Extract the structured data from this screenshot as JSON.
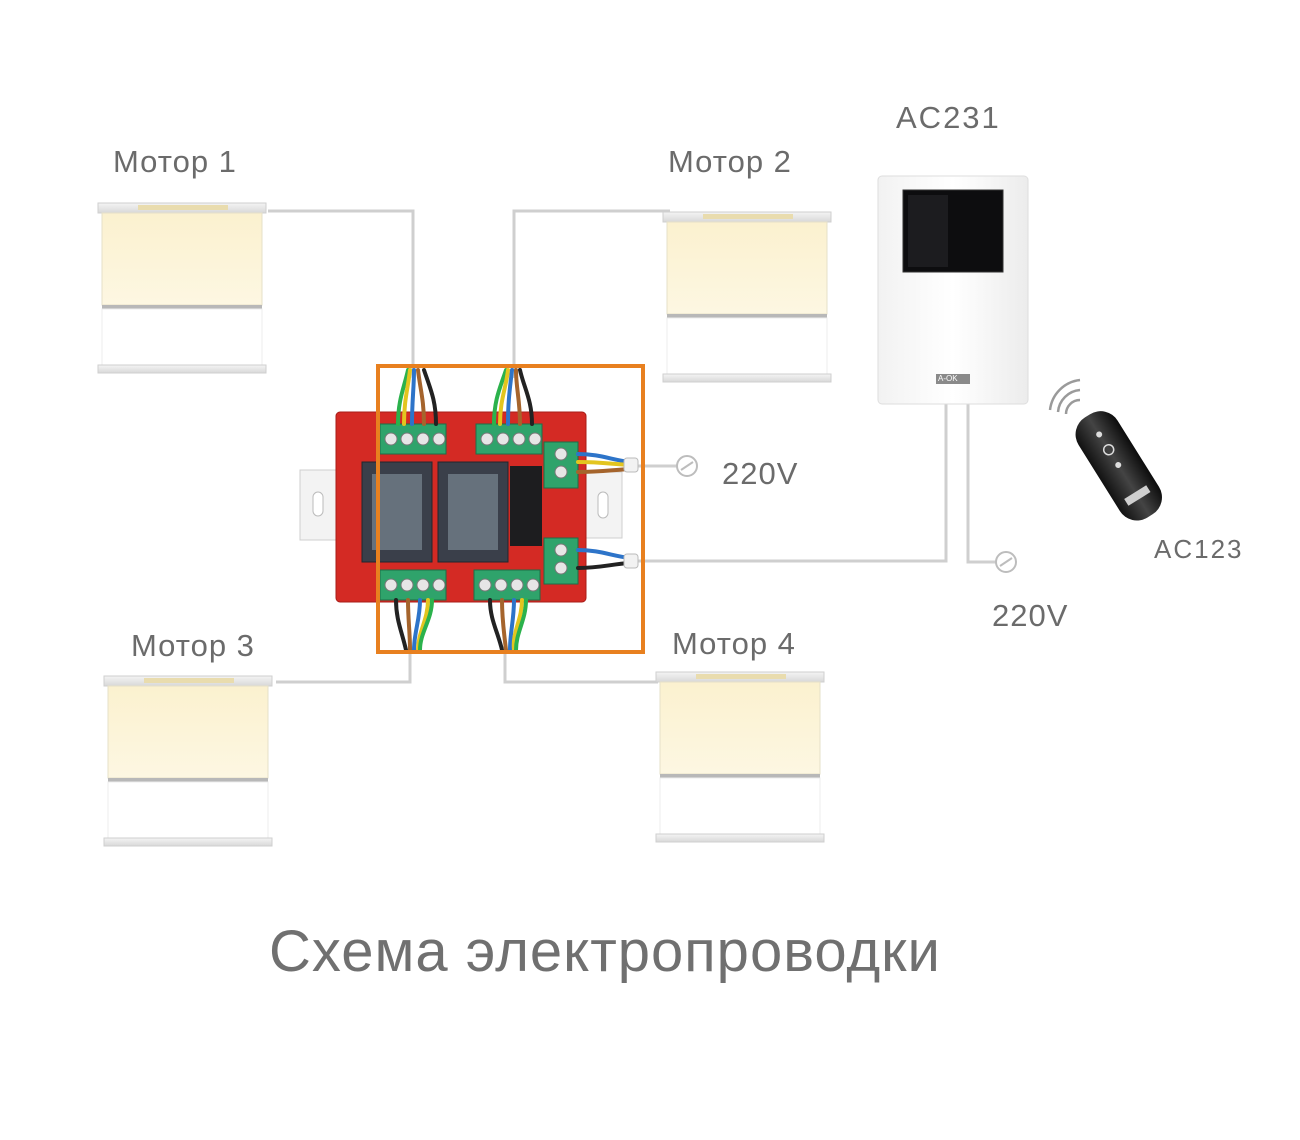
{
  "motors": [
    {
      "id": 1,
      "label": "Мотор 1"
    },
    {
      "id": 2,
      "label": "Мотор 2"
    },
    {
      "id": 3,
      "label": "Мотор 3"
    },
    {
      "id": 4,
      "label": "Мотор 4"
    }
  ],
  "controller": {
    "label": "AC231",
    "brand_text": "A-OK"
  },
  "remote": {
    "label": "AC123"
  },
  "power": {
    "relay_input_label": "220V",
    "controller_input_label": "220V"
  },
  "title": "Схема электропроводки",
  "colors": {
    "wire": "#cfcfcf",
    "label": "#6b6b6b",
    "highlight": "#e8801f",
    "board": "#d42a24",
    "terminal": "#2fa36b",
    "curtain_fabric": "#fdf6dc"
  }
}
